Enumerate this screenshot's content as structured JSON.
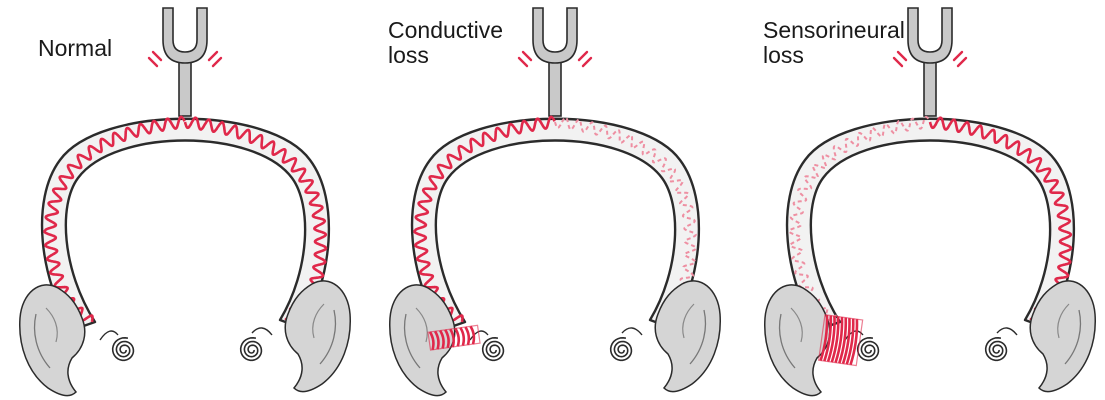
{
  "panels": [
    {
      "label_lines": [
        "Normal"
      ],
      "left_wave": "solid",
      "right_wave": "solid",
      "conductive_block": "none",
      "sensorineural_block": "none"
    },
    {
      "label_lines": [
        "Conductive",
        "loss"
      ],
      "left_wave": "solid",
      "right_wave": "dashed",
      "conductive_block": "left",
      "sensorineural_block": "none"
    },
    {
      "label_lines": [
        "Sensorineural",
        "loss"
      ],
      "left_wave": "dashed",
      "right_wave": "solid",
      "conductive_block": "none",
      "sensorineural_block": "left"
    }
  ],
  "colors": {
    "wave": "#e0284a",
    "wave_dashed": "#ee8fa2",
    "outline": "#2b2b2b",
    "fork_fill": "#c9c9c9",
    "skull_fill": "#f2f2f2",
    "ear_fill": "#d5d5d5"
  },
  "icons": [
    "tuning-fork-icon",
    "ear-icon",
    "cochlea-icon"
  ]
}
